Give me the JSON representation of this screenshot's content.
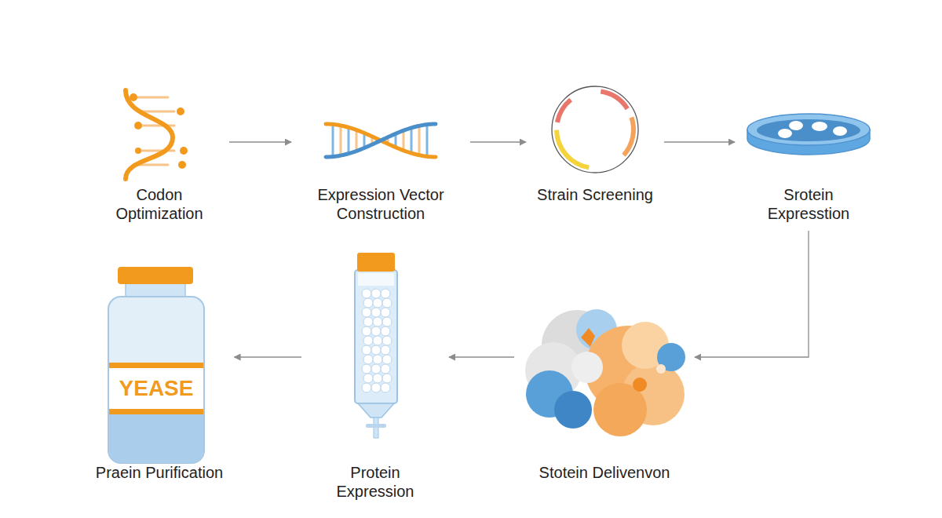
{
  "diagram": {
    "nodes": [
      {
        "text": [
          "Codon Optimization"
        ]
      },
      {
        "text": [
          "Expression Vector Construction"
        ]
      },
      {
        "text": [
          "Strain Screening"
        ]
      },
      {
        "text": [
          "Srotein Expresstion"
        ]
      },
      {
        "text": [
          "Stotein Delivenvon"
        ]
      },
      {
        "text": [
          "Protein Expression"
        ]
      },
      {
        "text": [
          "Praein Purification"
        ]
      }
    ],
    "edges": [
      {
        "from": 0,
        "to": 1,
        "arrow": "to"
      },
      {
        "from": 1,
        "to": 2,
        "arrow": "to"
      },
      {
        "from": 2,
        "to": 3,
        "arrow": "to"
      },
      {
        "from": 3,
        "to": 4,
        "arrow": "to"
      },
      {
        "from": 4,
        "to": 5,
        "arrow": "to"
      },
      {
        "from": 5,
        "to": 6,
        "arrow": "to"
      }
    ],
    "labels": [
      "YEASE"
    ]
  }
}
